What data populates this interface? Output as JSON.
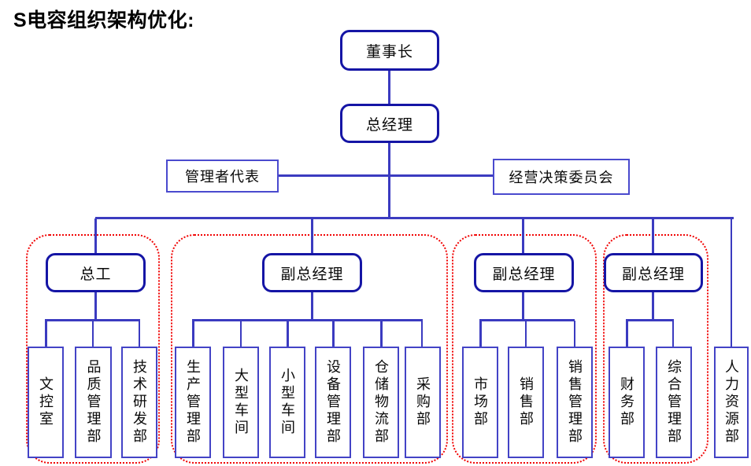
{
  "title": "S电容组织架构优化:",
  "colors": {
    "node_border_navy": "#1515a5",
    "node_border_blue": "#4a4ace",
    "connector_blue": "#3b3bc0",
    "group_dotted_red": "#f10606",
    "text": "#0a0a0a",
    "background": "#ffffff"
  },
  "top_nodes": {
    "chairman": "董事长",
    "general_manager": "总经理",
    "management_rep": "管理者代表",
    "committee": "经营决策委员会"
  },
  "groups": [
    {
      "manager": "总工",
      "departments": [
        "文控室",
        "品质管理部",
        "技术研发部"
      ]
    },
    {
      "manager": "副总经理",
      "departments": [
        "生产管理部",
        "大型车间",
        "小型车间",
        "设备管理部",
        "仓储物流部",
        "采购部"
      ]
    },
    {
      "manager": "副总经理",
      "departments": [
        "市场部",
        "销售部",
        "销售管理部"
      ]
    },
    {
      "manager": "副总经理",
      "departments": [
        "财务部",
        "综合管理部"
      ]
    }
  ],
  "standalone_department": "人力资源部"
}
